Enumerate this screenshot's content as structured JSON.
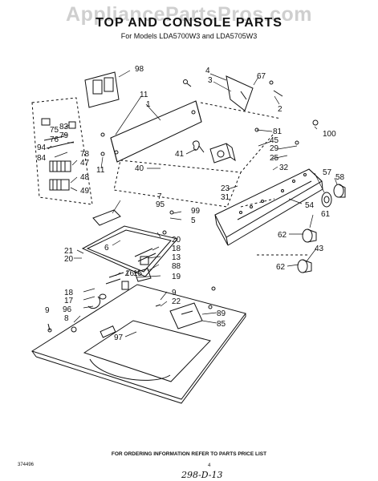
{
  "watermark": "AppliancePartsPros.com",
  "title": "TOP AND CONSOLE PARTS",
  "subtitle": "For Models LDA5700W3 and LDA5705W3",
  "footer": "FOR ORDERING INFORMATION REFER TO PARTS PRICE LIST",
  "doc_id": "374496",
  "page_number": "4",
  "handwritten_note": "298-D-13",
  "callouts": [
    "98",
    "4",
    "3",
    "67",
    "2",
    "11",
    "1",
    "100",
    "81",
    "45",
    "29",
    "25",
    "32",
    "41",
    "40",
    "57",
    "58",
    "23",
    "31",
    "54",
    "61",
    "62",
    "43",
    "62",
    "7",
    "95",
    "99",
    "5",
    "20",
    "18",
    "13",
    "88",
    "19",
    "21",
    "20",
    "6",
    "16",
    "15",
    "18",
    "17",
    "96",
    "8",
    "9",
    "9",
    "22",
    "89",
    "85",
    "97",
    "75",
    "79",
    "83",
    "76",
    "94",
    "84",
    "78",
    "47",
    "48",
    "49",
    "11"
  ]
}
